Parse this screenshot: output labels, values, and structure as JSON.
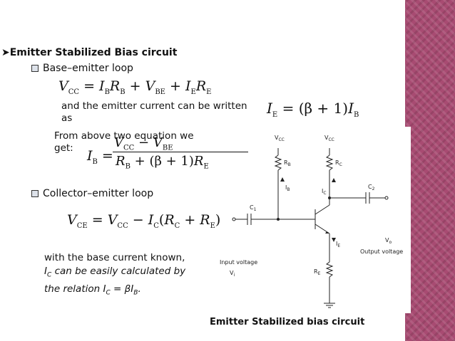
{
  "slide": {
    "heading": "Emitter Stabilized Bias circuit",
    "sections": {
      "base_emitter": "Base–emitter loop",
      "collector_emitter": "Collector–emitter loop"
    },
    "equations": {
      "base_loop": "V_CC = I_B R_B + V_BE + I_E R_E",
      "emitter_current": "I_E = (β + 1) I_B",
      "base_current": "I_B = (V_CC − V_BE) / (R_B + (β + 1)R_E)",
      "collector_loop": "V_CE = V_CC − I_C(R_C + R_E)"
    },
    "text": {
      "emitter_line1": "and the emitter current can be written",
      "emitter_line2": "as",
      "from_above_line1": "From above two equation we",
      "from_above_line2": "get:",
      "conclusion_1": "with the base current known,",
      "conclusion_2a": "I",
      "conclusion_2b": "C",
      "conclusion_2c": " can be easily calculated by",
      "conclusion_3a": "the relation I",
      "conclusion_3b": "C",
      "conclusion_3c": " = βI",
      "conclusion_3d": "B",
      "conclusion_3e": "."
    },
    "circuit": {
      "labels": {
        "vcc": "V",
        "vcc_sub": "CC",
        "rb": "R",
        "rb_sub": "B",
        "rc": "R",
        "rc_sub": "C",
        "ib": "I",
        "ib_sub": "B",
        "ic": "I",
        "ic_sub": "C",
        "ie": "I",
        "ie_sub": "E",
        "c1": "C",
        "c1_sub": "1",
        "c2": "C",
        "c2_sub": "2",
        "vo": "V",
        "vo_sub": "o",
        "re": "R",
        "re_sub": "E",
        "vi": "V",
        "vi_sub": "i",
        "input_label": "Input voltage",
        "output_label": "Output voltage"
      },
      "caption": "Emitter  Stabilized bias circuit"
    },
    "theme": {
      "accent": "#a84b72"
    }
  }
}
